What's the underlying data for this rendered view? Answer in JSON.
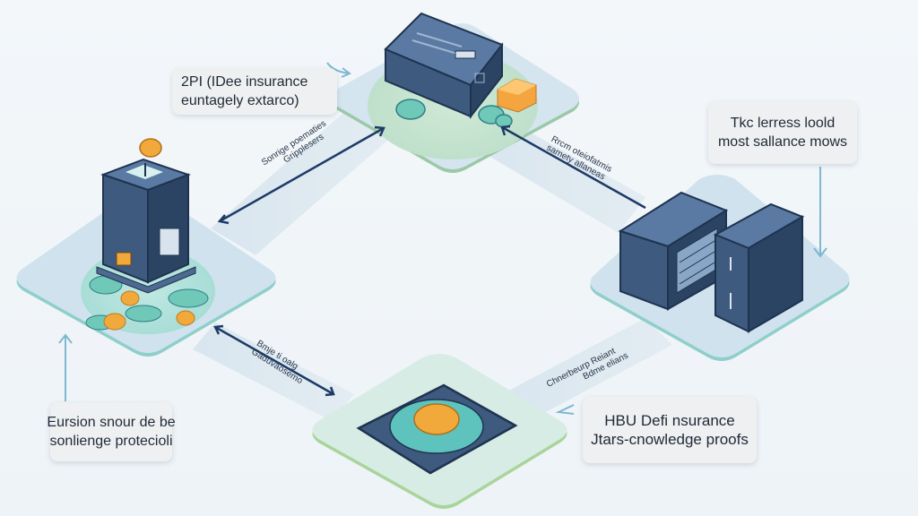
{
  "diagram": {
    "title": "DeFi insurance zero-knowledge proof flow",
    "nodes": [
      {
        "id": "top",
        "name": "server-node",
        "icon": "server-box-icon"
      },
      {
        "id": "left",
        "name": "vault-node",
        "icon": "vault-tower-icon"
      },
      {
        "id": "right",
        "name": "storage-node",
        "icon": "storage-cabinet-icon"
      },
      {
        "id": "bottom",
        "name": "coin-tray-node",
        "icon": "coin-tray-icon"
      }
    ],
    "callouts": {
      "top_left": [
        "2PI (IDee insurance",
        "euntagely extarco)"
      ],
      "top_right": [
        "Tkc lerress loold",
        "most sallance mows"
      ],
      "bottom_left": [
        "Eursion snour de be",
        "sonlienge protecioli"
      ],
      "bottom_right": [
        "HBU Defi nsurance",
        "Jtars-cnowledge proofs"
      ]
    },
    "band_labels": {
      "top_left": [
        "Sonrige poematies",
        "Gripplesers"
      ],
      "top_right": [
        "Rrcm oteiofatmis",
        "samety allaneas"
      ],
      "bottom_left": [
        "Bmje ti oalg",
        "Gaduvaosemo"
      ],
      "bottom_right": [
        "Chnerbeurp Reiant",
        "Bdme elians"
      ]
    },
    "colors": {
      "background": "#f0f5f8",
      "platform": "#cfe2ee",
      "platform_green": "#d8ecdf",
      "device": "#3e5a7e",
      "device_dark": "#2c4463",
      "arrow": "#1d3a66",
      "coin": "#f2a93b",
      "teal": "#7fd0c4",
      "callout_bg": "#eef0f2"
    }
  }
}
